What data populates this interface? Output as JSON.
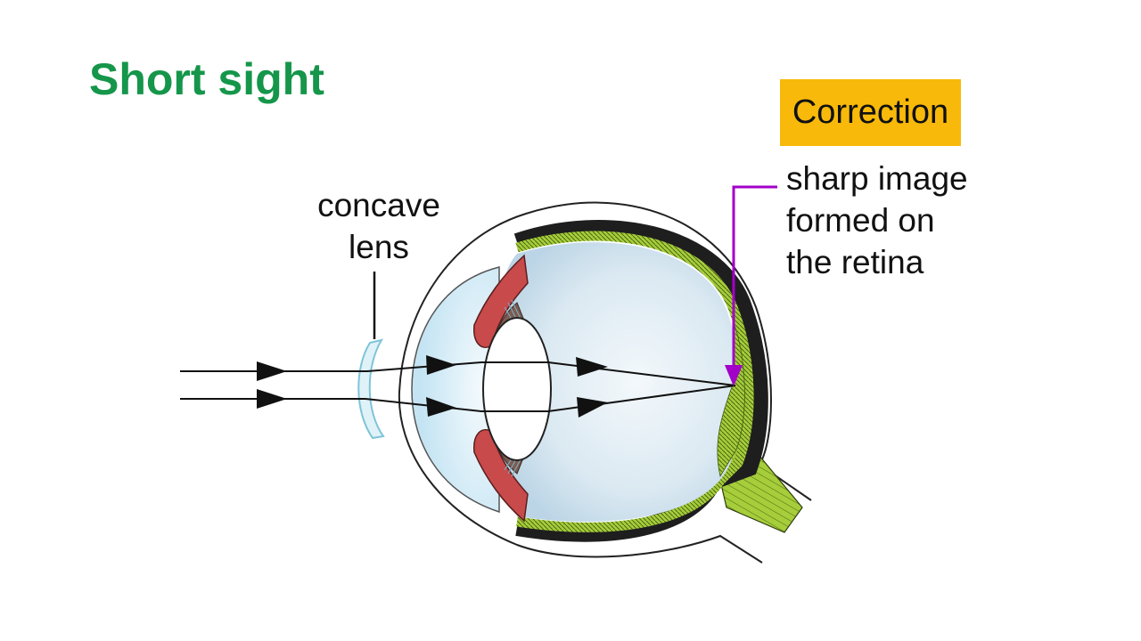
{
  "title": "Short sight",
  "badge": {
    "text": "Correction",
    "color": "#f8b90a"
  },
  "labels": {
    "lens": [
      "concave",
      "lens"
    ],
    "image": [
      "sharp image",
      "formed on",
      "the retina"
    ]
  },
  "colors": {
    "title": "#15964a",
    "pointer_arrow": "#a200c8",
    "retina": "#a6cd3a",
    "iris": "#c84a4a",
    "lens_glass": "#7fc4d8",
    "eyeball_fill": "#d6e6f0"
  }
}
